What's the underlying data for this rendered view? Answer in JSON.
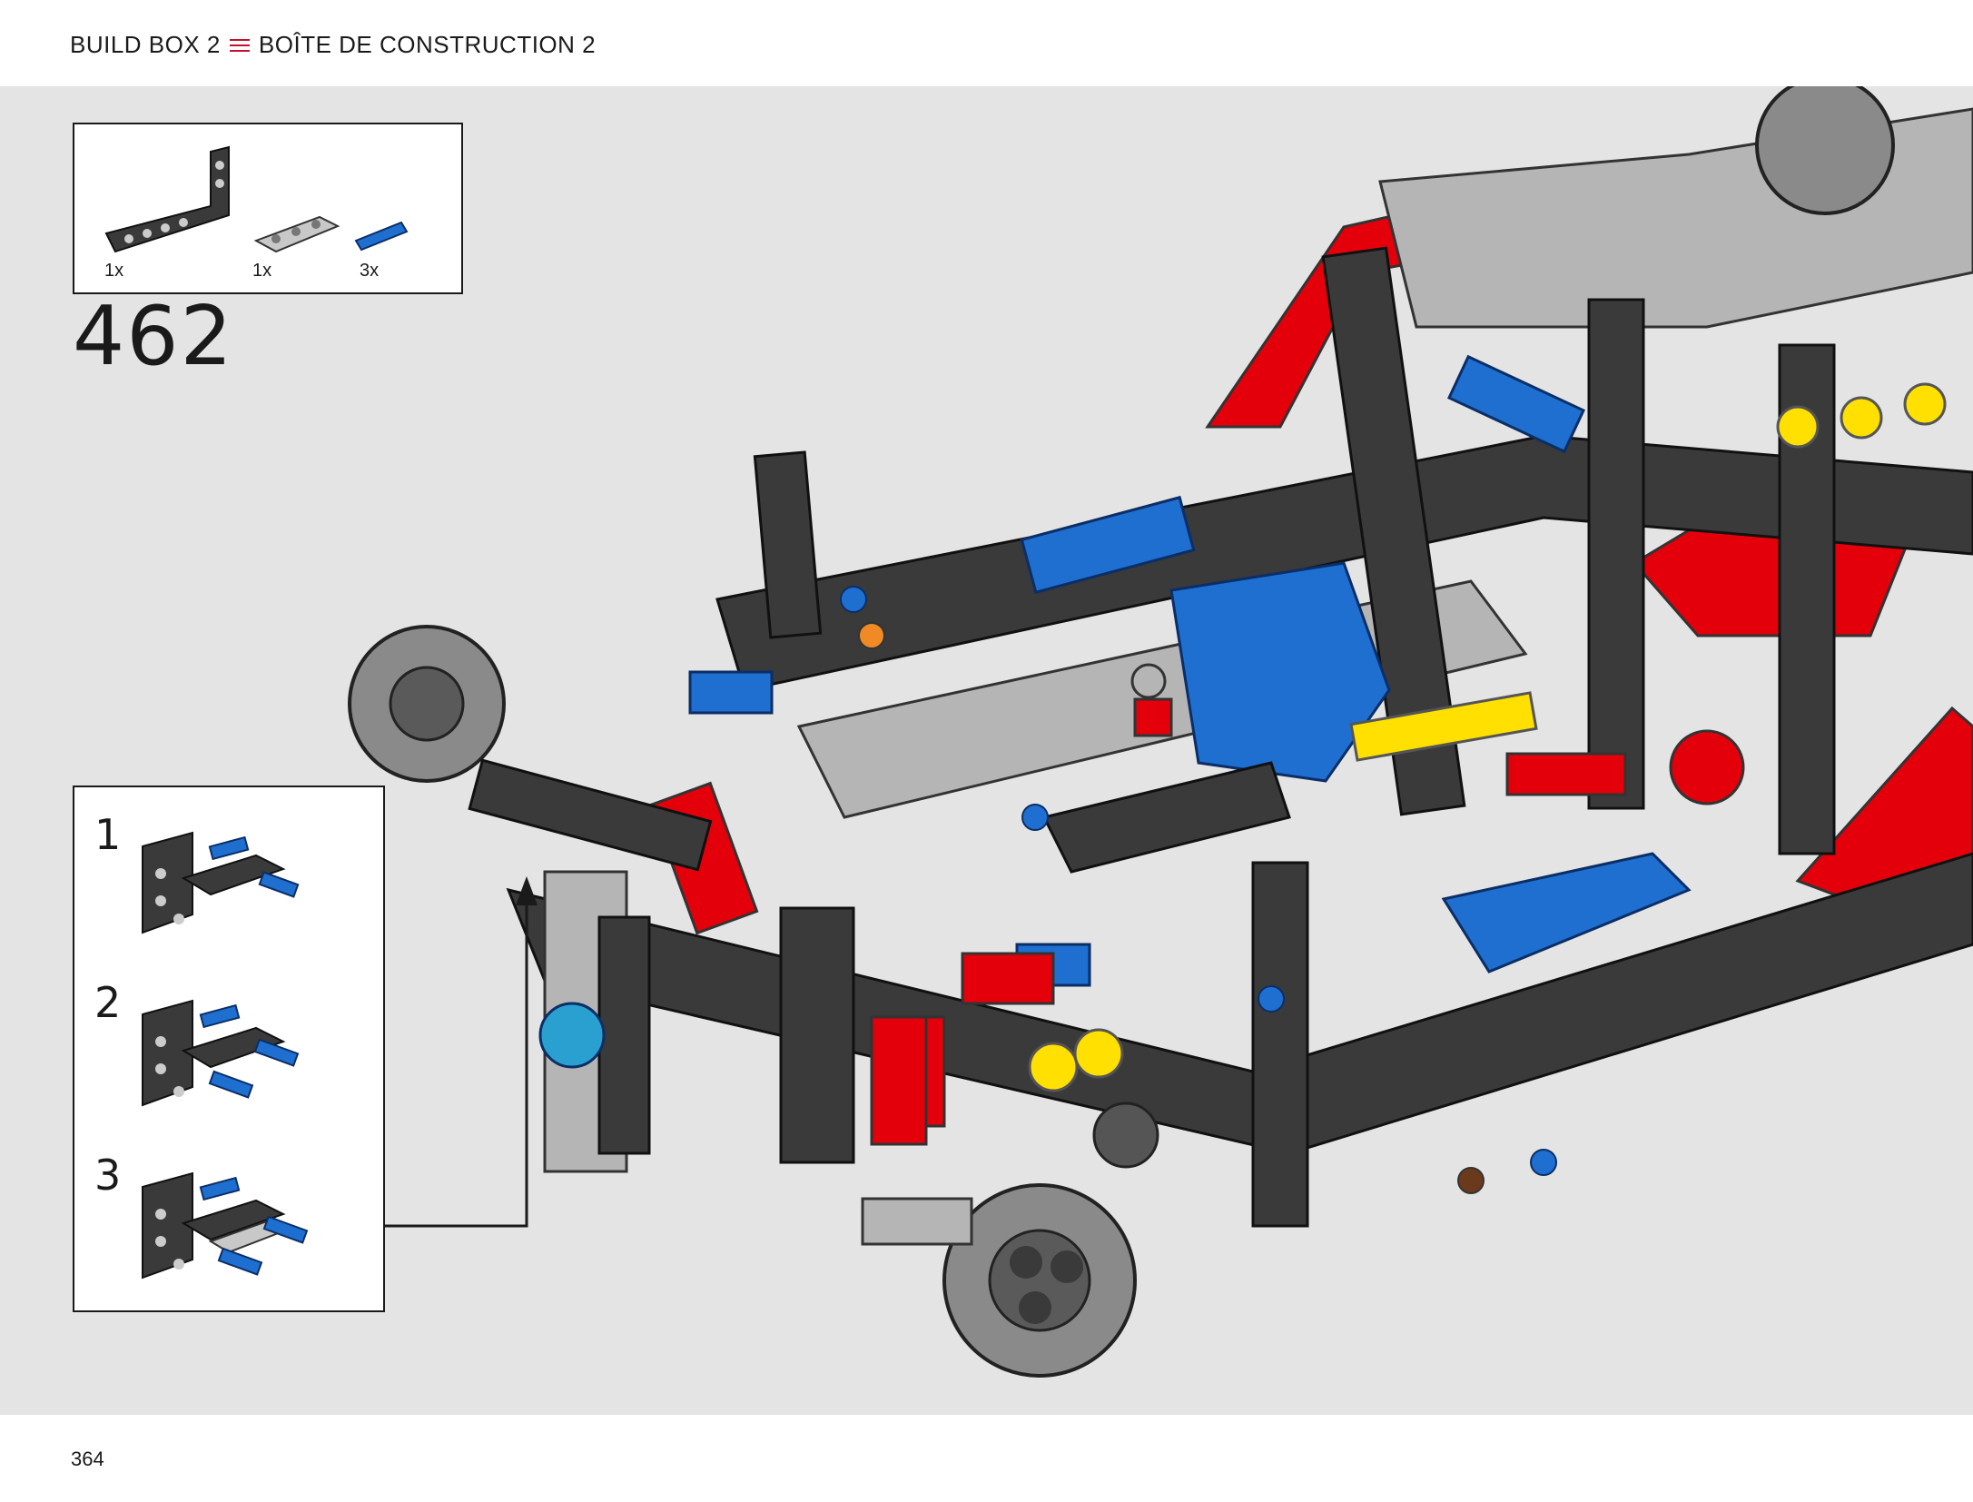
{
  "header": {
    "left_label": "BUILD BOX 2",
    "right_label": "BOÎTE DE CONSTRUCTION 2",
    "separator_icon": "three-lines-icon",
    "separator_color": "#c8102e"
  },
  "parts": [
    {
      "name": "black-l-beam",
      "qty": "1x"
    },
    {
      "name": "light-grey-beam-3",
      "qty": "1x"
    },
    {
      "name": "blue-axle-pin",
      "qty": "3x"
    }
  ],
  "step": {
    "number": "462"
  },
  "substeps": [
    {
      "number": "1"
    },
    {
      "number": "2"
    },
    {
      "number": "3"
    }
  ],
  "page": {
    "number": "364"
  },
  "colors": {
    "background": "#e4e4e4",
    "red": "#e3000b",
    "blue": "#1e6fd0",
    "yellow": "#ffe000",
    "dark_grey": "#3a3a3a",
    "light_grey": "#b5b5b5"
  }
}
